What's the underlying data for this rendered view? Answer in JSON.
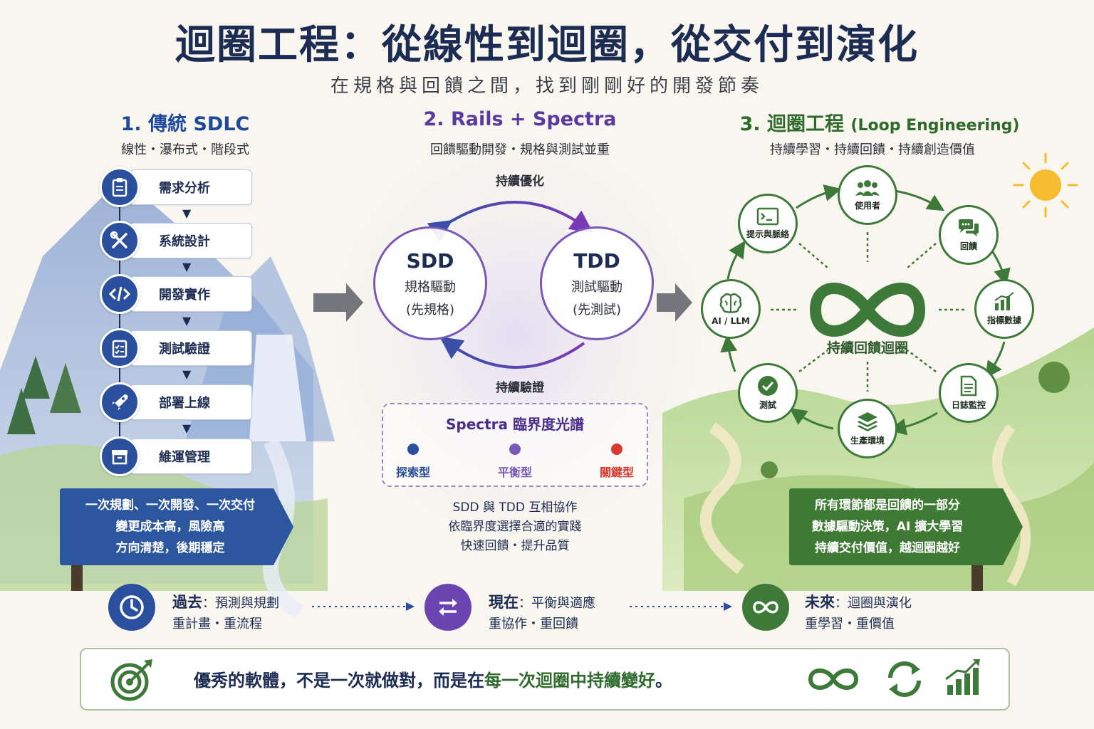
{
  "header": {
    "title": "迴圈工程：從線性到迴圈，從交付到演化",
    "subtitle": "在規格與回饋之間，找到剛剛好的開發節奏"
  },
  "col1": {
    "title": "1. 傳統 SDLC",
    "subtitle": "線性・瀑布式・階段式",
    "steps": [
      {
        "label": "需求分析",
        "icon": "clipboard-icon"
      },
      {
        "label": "系統設計",
        "icon": "tools-icon"
      },
      {
        "label": "開發實作",
        "icon": "code-icon"
      },
      {
        "label": "測試驗證",
        "icon": "checklist-icon"
      },
      {
        "label": "部署上線",
        "icon": "rocket-icon"
      },
      {
        "label": "維運管理",
        "icon": "archive-box-icon"
      }
    ],
    "sign_lines": [
      "一次規劃、一次開發、一次交付",
      "變更成本高，風險高",
      "方向清楚，後期穩定"
    ]
  },
  "col2": {
    "title": "2. Rails + Spectra",
    "subtitle": "回饋驅動開發・規格與測試並重",
    "top_arc_label": "持續優化",
    "bottom_arc_label": "持續驗證",
    "sdd": {
      "name": "SDD",
      "line1": "規格驅動",
      "line2": "(先規格)"
    },
    "tdd": {
      "name": "TDD",
      "line1": "測試驅動",
      "line2": "(先測試)"
    },
    "spectrum": {
      "title": "Spectra 臨界度光譜",
      "points": [
        {
          "label": "探索型",
          "color": "#2a4f9c"
        },
        {
          "label": "平衡型",
          "color": "#7a58b8"
        },
        {
          "label": "關鍵型",
          "color": "#d93a2f"
        }
      ]
    },
    "notes": [
      "SDD 與 TDD 互相協作",
      "依臨界度選擇合適的實踐",
      "快速回饋・提升品質"
    ]
  },
  "col3": {
    "title": "3. 迴圈工程",
    "title_suffix": "(Loop Engineering)",
    "subtitle": "持續學習・持續回饋・持續創造價值",
    "center_label": "持續回饋迴圈",
    "nodes": {
      "users": "使用者",
      "feedback": "回饋",
      "metrics": "指標數據",
      "logs": "日誌監控",
      "production": "生產環境",
      "testing": "測試",
      "ai": "AI / LLM",
      "prompts": "提示與脈絡"
    },
    "sign_lines": [
      "所有環節都是回饋的一部分",
      "數據驅動決策，AI 擴大學習",
      "持續交付價值，越迴圈越好"
    ]
  },
  "timeline": {
    "past": {
      "head": "過去",
      "sub": "：預測與規劃",
      "line2": "重計畫・重流程",
      "icon": "clock-icon"
    },
    "present": {
      "head": "現在",
      "sub": "：平衡與適應",
      "line2": "重協作・重回饋",
      "icon": "swap-arrows-icon"
    },
    "future": {
      "head": "未來",
      "sub": "：迴圈與演化",
      "line2": "重學習・重價值",
      "icon": "infinity-icon"
    }
  },
  "footer": {
    "text_plain": "優秀的軟體，不是一次就做對，而是在",
    "text_highlight": "每一次迴圈中持續變好",
    "text_end": "。",
    "icons": [
      "target-icon",
      "infinity-icon",
      "cycle-arrows-icon",
      "growth-chart-icon"
    ]
  },
  "colors": {
    "navy": "#1d2c52",
    "blue": "#2a4f9c",
    "purple": "#7a58b8",
    "green": "#3d7a3a",
    "red": "#d93a2f"
  }
}
